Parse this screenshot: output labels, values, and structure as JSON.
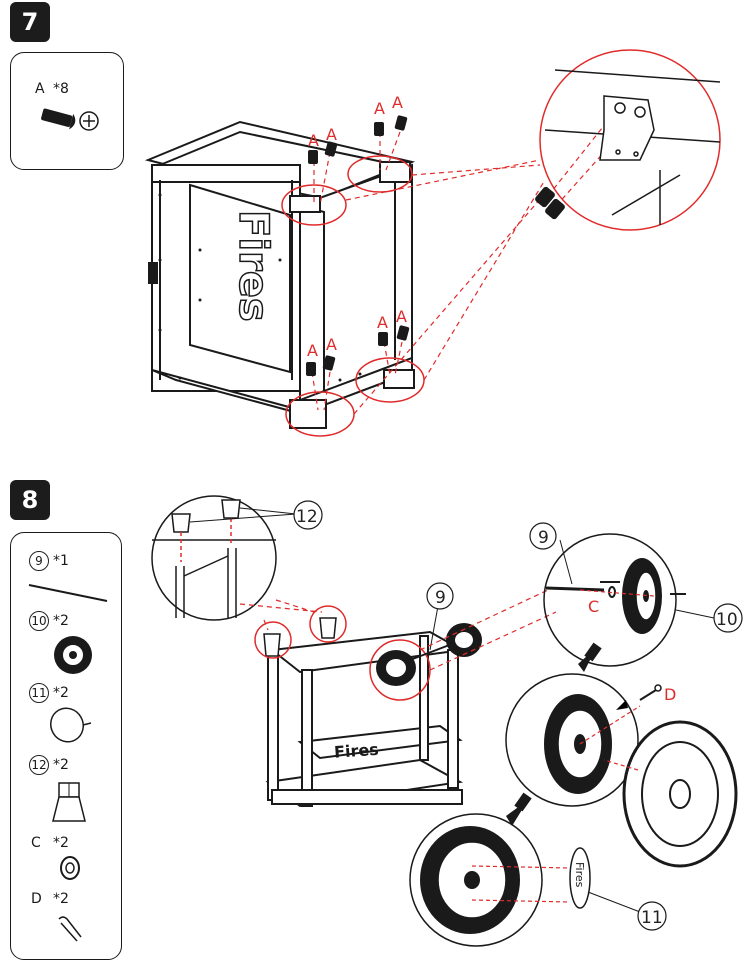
{
  "step7": {
    "number": "7",
    "parts": [
      {
        "id": "A",
        "qty": "*8"
      }
    ],
    "callouts": {
      "screw_letter": "A"
    }
  },
  "step8": {
    "number": "8",
    "parts": [
      {
        "id": "9",
        "qty": "*1",
        "circled": true
      },
      {
        "id": "10",
        "qty": "*2",
        "circled": true
      },
      {
        "id": "11",
        "qty": "*2",
        "circled": true
      },
      {
        "id": "12",
        "qty": "*2",
        "circled": true
      },
      {
        "id": "C",
        "qty": "*2",
        "circled": false
      },
      {
        "id": "D",
        "qty": "*2",
        "circled": false
      }
    ],
    "callouts": {
      "legs": "12",
      "axle": "9",
      "axle_detail": "9",
      "washer": "C",
      "wheel": "10",
      "pin": "D",
      "hubcap": "11"
    }
  },
  "brand_text": "Fires",
  "colors": {
    "accent_red": "#e02b2b",
    "line": "#1a1a1a"
  }
}
